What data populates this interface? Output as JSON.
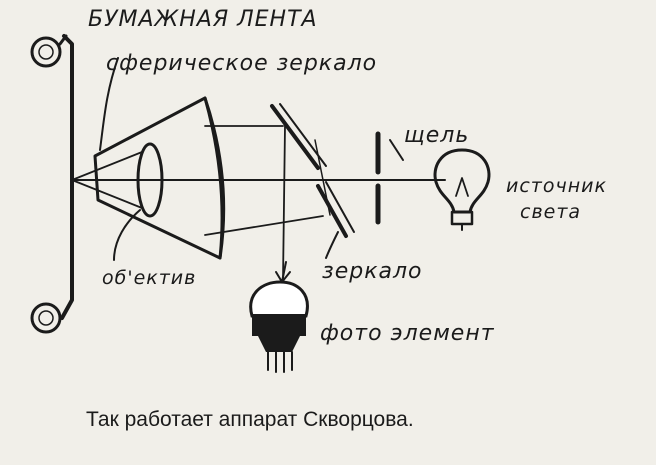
{
  "labels": {
    "paper_tape": "БУМАЖНАЯ ЛЕНТА",
    "spherical_mirror": "сферическое зеркало",
    "slit": "щель",
    "light_source": "источник\nсвета",
    "objective": "об'ектив",
    "mirror": "зеркало",
    "photo_element": "фото элемент"
  },
  "caption": "Так работает аппарат Скворцова."
}
